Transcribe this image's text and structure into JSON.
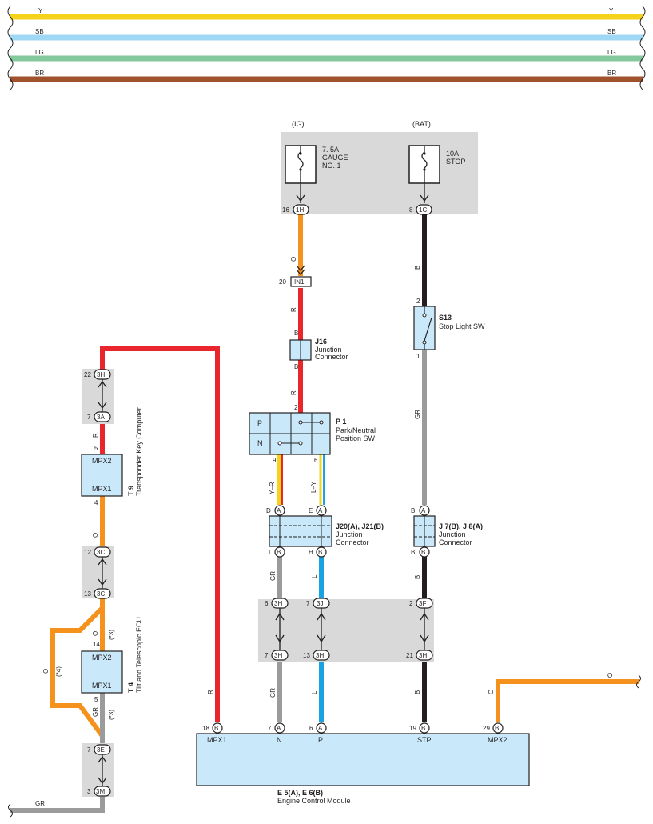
{
  "colors": {
    "Y": "#f6d21c",
    "SB": "#9fd8f5",
    "LG": "#86c89e",
    "BR": "#a0522d",
    "R": "#e8262c",
    "O": "#f5921e",
    "B": "#231f20",
    "GR": "#9b9b9b",
    "L": "#19a3e0",
    "module_fill": "#c9e9fb",
    "shade": "#d9d9d9"
  },
  "legend": [
    {
      "code": "Y"
    },
    {
      "code": "SB"
    },
    {
      "code": "LG"
    },
    {
      "code": "BR"
    }
  ],
  "fuses": {
    "ig": {
      "source": "(IG)",
      "line1": "7. 5A",
      "line2": "GAUGE",
      "line3": "NO. 1",
      "pin": "16",
      "conn": "1H"
    },
    "bat": {
      "source": "(BAT)",
      "line1": "10A",
      "line2": "STOP",
      "pin": "8",
      "conn": "1C"
    }
  },
  "in1": {
    "pin": "20",
    "conn": "IN1"
  },
  "j16": {
    "id": "J16",
    "line1": "Junction",
    "line2": "Connector",
    "pin_top": "B",
    "pin_bot": "B"
  },
  "s13": {
    "id": "S13",
    "name": "Stop Light SW",
    "pin_top": "2",
    "pin_bot": "1"
  },
  "p1": {
    "id": "P 1",
    "line1": "Park/Neutral",
    "line2": "Position SW",
    "pos_p": "P",
    "pos_n": "N",
    "pin_in": "2",
    "pin_a": "9",
    "pin_b": "6"
  },
  "j20": {
    "id": "J20(A), J21(B)",
    "line1": "Junction",
    "line2": "Connector",
    "top_left_pin": "D",
    "top_left_conn": "A",
    "top_right_pin": "E",
    "top_right_conn": "A",
    "bot_left_pin": "I",
    "bot_left_conn": "B",
    "bot_right_pin": "H",
    "bot_right_conn": "B"
  },
  "j7": {
    "id": "J 7(B), J 8(A)",
    "line1": "Junction",
    "line2": "Connector",
    "top_pin": "B",
    "top_conn": "A",
    "bot_pin": "B",
    "bot_conn": "B"
  },
  "t9": {
    "id": "T 9",
    "name": "Transponder Key Computer",
    "top": "MPX2",
    "bot": "MPX1",
    "pin_top": "5",
    "pin_bot": "4"
  },
  "t4": {
    "id": "T 4",
    "name": "Tilt and Telescopic ECU",
    "top": "MPX2",
    "bot": "MPX1",
    "pin_top": "14",
    "pin_bot": "5"
  },
  "ecm": {
    "id": "E 5(A), E 6(B)",
    "name": "Engine Control Module",
    "terminals": [
      {
        "pin": "18",
        "conn": "B",
        "name": "MPX1"
      },
      {
        "pin": "7",
        "conn": "A",
        "name": "N"
      },
      {
        "pin": "6",
        "conn": "A",
        "name": "P"
      },
      {
        "pin": "19",
        "conn": "B",
        "name": "STP"
      },
      {
        "pin": "29",
        "conn": "B",
        "name": "MPX2"
      }
    ]
  },
  "splices": {
    "h3h_top": {
      "pin": "22",
      "conn": "3H"
    },
    "a3a": {
      "pin": "7",
      "conn": "3A"
    },
    "c3c_top": {
      "pin": "12",
      "conn": "3C"
    },
    "c3c_bot": {
      "pin": "13",
      "conn": "3C"
    },
    "e3e": {
      "pin": "7",
      "conn": "3E"
    },
    "m3m": {
      "pin": "3",
      "conn": "3M"
    },
    "mid_h_top": {
      "pin": "6",
      "conn": "3H"
    },
    "mid_j_top": {
      "pin": "7",
      "conn": "3J"
    },
    "mid_f_top": {
      "pin": "2",
      "conn": "3F"
    },
    "mid_h_bot": {
      "pin": "7",
      "conn": "3H"
    },
    "mid_h2_bot": {
      "pin": "13",
      "conn": "3H"
    },
    "mid_h3_bot": {
      "pin": "21",
      "conn": "3H"
    }
  },
  "wire_labels": {
    "o_ig": "O",
    "r_in1": "R",
    "r_j16": "R",
    "b_stop": "B",
    "gr_stop": "GR",
    "yr": "Y–R",
    "ly": "L–Y",
    "gr_mid": "GR",
    "l_mid": "L",
    "b_mid": "B",
    "gr_ecm": "GR",
    "l_ecm": "L",
    "b_ecm": "B",
    "r_ecm": "R",
    "o_ecm": "O",
    "o_right": "O",
    "r_t9": "R",
    "o_t9": "O",
    "o_t4": "O",
    "star3a": "(*3)",
    "o_loop": "O",
    "star4": "(*4)",
    "gr_t4": "GR",
    "star3b": "(*3)",
    "gr_bottom": "GR"
  }
}
